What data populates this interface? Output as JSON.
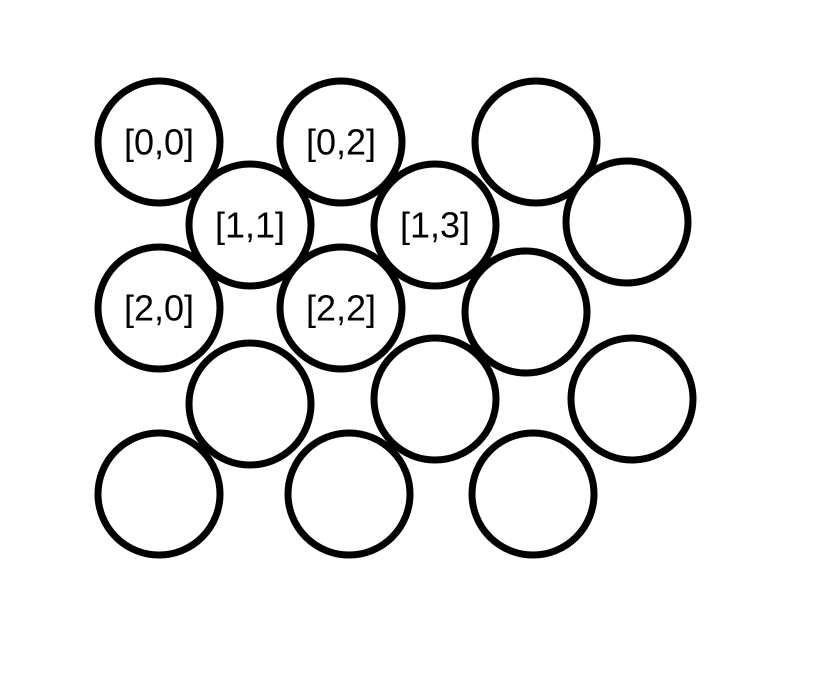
{
  "diagram": {
    "cells": [
      {
        "row": 0,
        "col": 0,
        "label": "[0,0]"
      },
      {
        "row": 0,
        "col": 2,
        "label": "[0,2]"
      },
      {
        "row": 0,
        "col": 4,
        "label": ""
      },
      {
        "row": 1,
        "col": 1,
        "label": "[1,1]"
      },
      {
        "row": 1,
        "col": 3,
        "label": "[1,3]"
      },
      {
        "row": 1,
        "col": 5,
        "label": ""
      },
      {
        "row": 2,
        "col": 0,
        "label": "[2,0]"
      },
      {
        "row": 2,
        "col": 2,
        "label": "[2,2]"
      },
      {
        "row": 2,
        "col": 4,
        "label": ""
      },
      {
        "row": 3,
        "col": 1,
        "label": ""
      },
      {
        "row": 3,
        "col": 3,
        "label": ""
      },
      {
        "row": 3,
        "col": 5,
        "label": ""
      },
      {
        "row": 4,
        "col": 0,
        "label": ""
      },
      {
        "row": 4,
        "col": 2,
        "label": ""
      },
      {
        "row": 4,
        "col": 4,
        "label": ""
      }
    ]
  }
}
